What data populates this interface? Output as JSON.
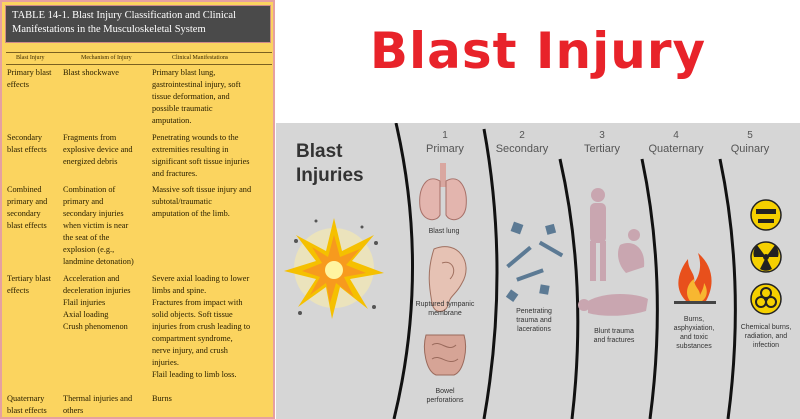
{
  "table": {
    "title_line1": "TABLE 14-1. Blast Injury Classification and Clinical",
    "title_line2": "Manifestations in the Musculoskeletal System",
    "headers": [
      "Blast Injury",
      "Mechanism of Injury",
      "Clinical Manifestations"
    ],
    "rows": [
      {
        "injury": "Primary blast\neffects",
        "mechanism": "Blast shockwave",
        "manifestation": "Primary blast lung,\ngastrointestinal injury, soft\ntissue deformation, and\npossible traumatic\namputation."
      },
      {
        "injury": "Secondary\nblast effects",
        "mechanism": "Fragments from\nexplosive device and\nenergized debris",
        "manifestation": "Penetrating wounds to the\nextremities resulting in\nsignificant soft tissue injuries\nand fractures."
      },
      {
        "injury": "Combined\nprimary and\nsecondary\nblast effects",
        "mechanism": "Combination of\nprimary and\nsecondary injuries\nwhen victim is near\nthe seat of the\nexplosion (e.g.,\nlandmine detonation)",
        "manifestation": "Massive soft tissue injury and\nsubtotal/traumatic\namputation of the limb."
      },
      {
        "injury": "Tertiary blast\neffects",
        "mechanism": "Acceleration and\ndeceleration injuries\nFlail injuries\nAxial loading\nCrush phenomenon",
        "manifestation": "Severe axial loading to lower\nlimbs and spine.\nFractures from impact with\nsolid objects. Soft tissue\ninjuries from crush leading to\ncompartment syndrome,\nnerve injury, and crush\ninjuries.\nFlail leading to limb loss."
      },
      {
        "injury": "Quaternary\nblast effects",
        "mechanism": "Thermal injuries and\nothers",
        "manifestation": "Burns"
      }
    ]
  },
  "main_title": "Blast Injury",
  "infographic": {
    "title_line1": "Blast",
    "title_line2": "Injuries",
    "columns": [
      {
        "number": "1",
        "label": "Primary"
      },
      {
        "number": "2",
        "label": "Secondary"
      },
      {
        "number": "3",
        "label": "Tertiary"
      },
      {
        "number": "4",
        "label": "Quaternary"
      },
      {
        "number": "5",
        "label": "Quinary"
      }
    ],
    "captions": {
      "blast_lung": "Blast lung",
      "tympanic_1": "Ruptured tympanic",
      "tympanic_2": "membrane",
      "bowel_1": "Bowel",
      "bowel_2": "perforations",
      "penetrating_1": "Penetrating",
      "penetrating_2": "trauma and",
      "penetrating_3": "lacerations",
      "blunt_1": "Blunt trauma",
      "blunt_2": "and fractures",
      "burns_1": "Burns,",
      "burns_2": "asphyxiation,",
      "burns_3": "and toxic",
      "burns_4": "substances",
      "chem_1": "Chemical burns,",
      "chem_2": "radiation, and",
      "chem_3": "infection"
    }
  },
  "colors": {
    "table_bg": "#fbd45f",
    "title_red": "#e8232a",
    "info_bg": "#d6d6d6"
  }
}
